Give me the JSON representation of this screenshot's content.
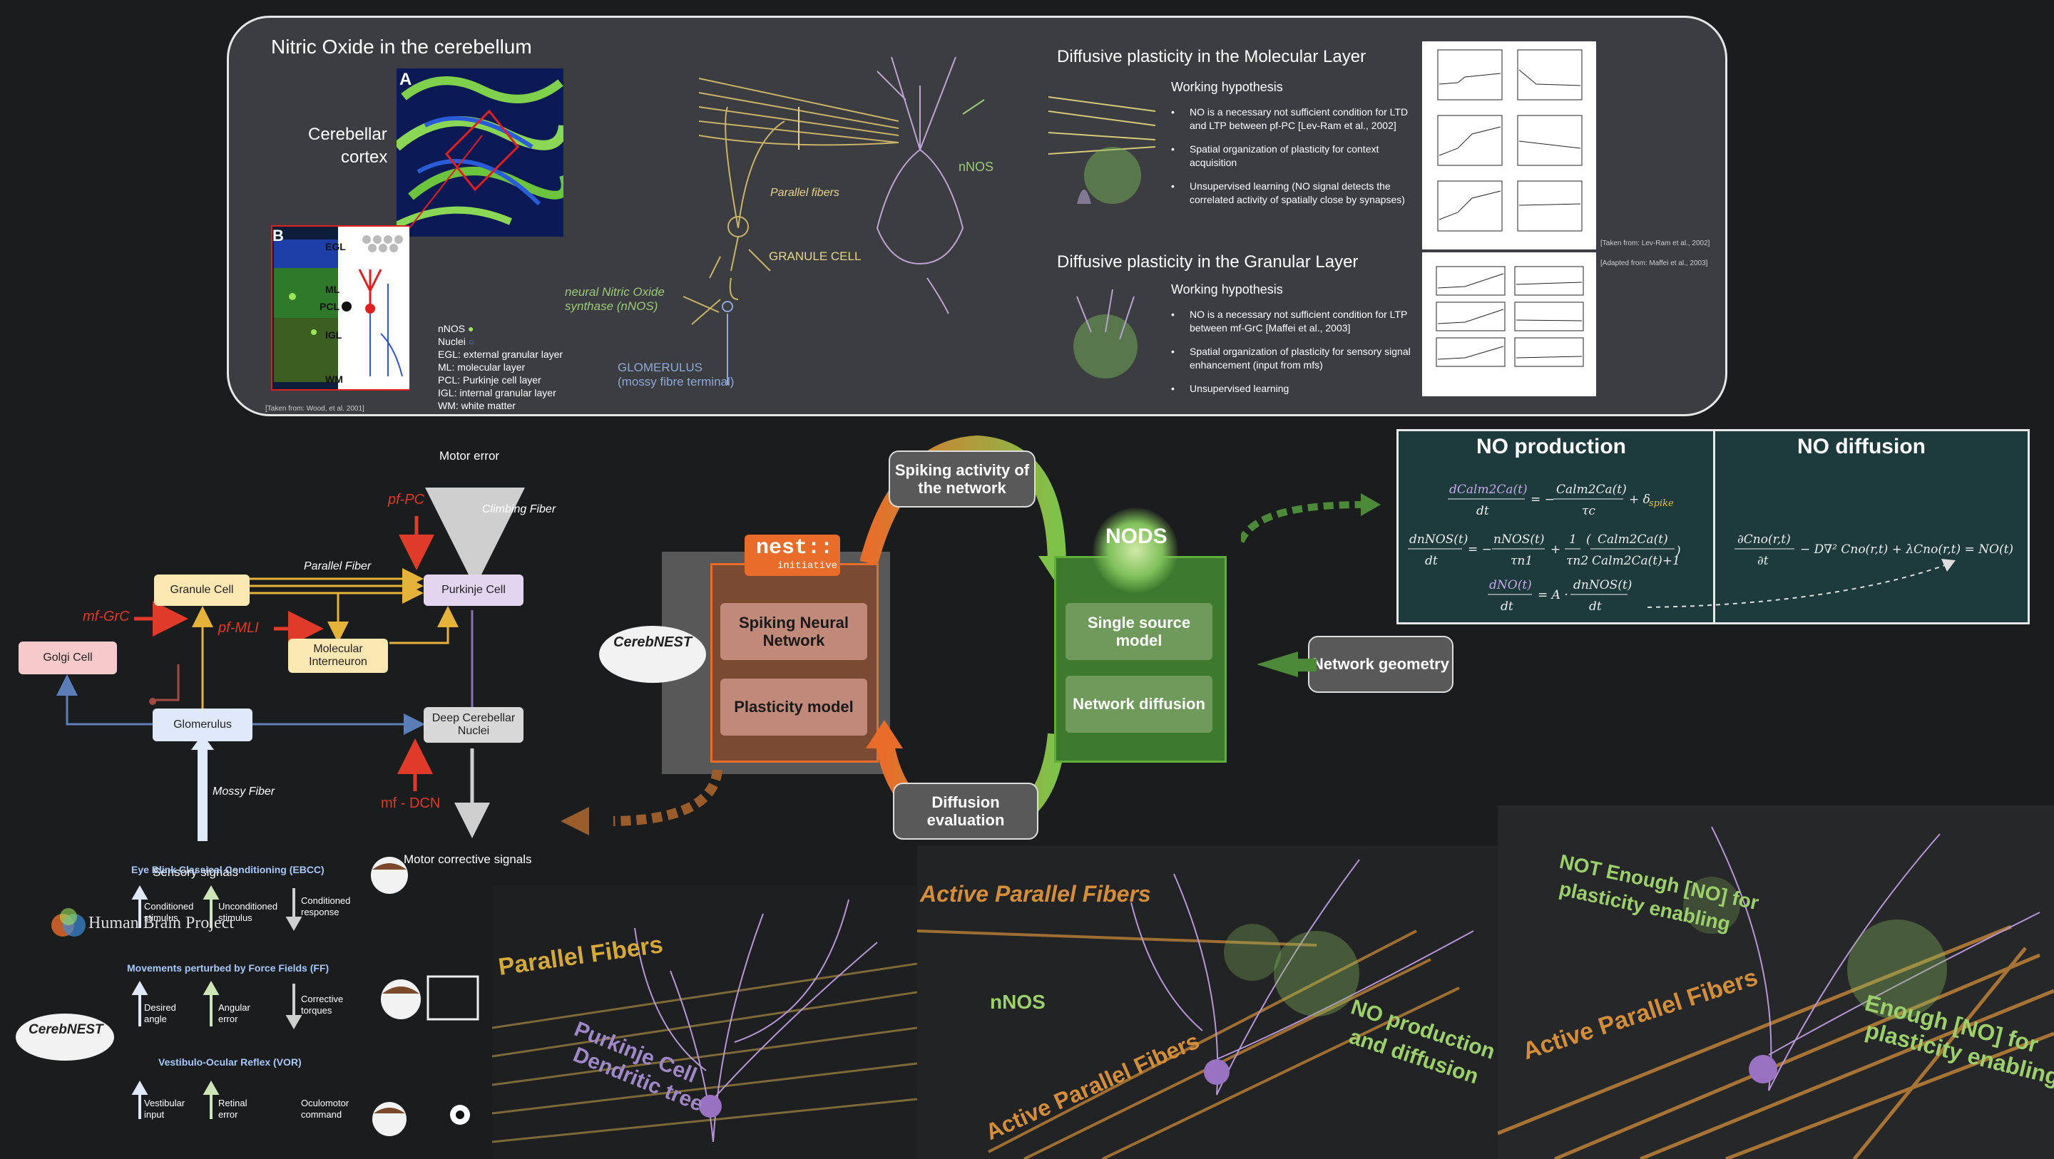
{
  "top_panel": {
    "title_left": "Nitric Oxide in the cerebellum",
    "cortex_label_1": "Cerebellar",
    "cortex_label_2": "cortex",
    "panel_a": "A",
    "panel_b": "B",
    "layers": [
      "EGL",
      "ML",
      "PCL",
      "IGL",
      "WM"
    ],
    "legend": [
      "nNOS",
      "Nuclei",
      "EGL: external granular layer",
      "ML: molecular layer",
      "PCL: Purkinje cell layer",
      "IGL: internal granular layer",
      "WM: white matter"
    ],
    "taken_from": "[Taken from: Wood, et al. 2001]",
    "sketch": {
      "parallel_fibers": "Parallel fibers",
      "nnos": "nNOS",
      "granule_cell": "GRANULE CELL",
      "synthase_1": "neural Nitric Oxide",
      "synthase_2": "synthase (nNOS)",
      "glomerulus_1": "GLOMERULUS",
      "glomerulus_2": "(mossy fibre terminal)"
    },
    "molecular": {
      "title": "Diffusive plasticity in the Molecular Layer",
      "hypothesis": "Working hypothesis",
      "bullets": [
        "NO is a necessary not sufficient condition for LTD and LTP between pf-PC [Lev-Ram et al., 2002]",
        "Spatial organization of plasticity for context acquisition",
        "Unsupervised learning (NO signal detects the correlated activity of spatially close by synapses)"
      ],
      "citation": "[Taken from: Lev-Ram et al., 2002]"
    },
    "granular": {
      "title": "Diffusive plasticity in the Granular Layer",
      "hypothesis": "Working hypothesis",
      "bullets": [
        "NO is a necessary not sufficient condition for LTP between mf-GrC [Maffei et al., 2003]",
        "Spatial organization of plasticity for sensory signal enhancement (input from mfs)",
        "Unsupervised learning"
      ],
      "citation": "[Adapted from: Maffei et al., 2003]"
    }
  },
  "circuit": {
    "motor_error": "Motor error",
    "climbing_fiber": "Climbing Fiber",
    "pf_pc": "pf-PC",
    "parallel_fiber": "Parallel Fiber",
    "granule_cell": "Granule Cell",
    "purkinje_cell": "Purkinje Cell",
    "mf_grc": "mf-GrC",
    "pf_mli": "pf-MLI",
    "molecular_interneuron": "Molecular Interneuron",
    "golgi_cell": "Golgi Cell",
    "glomerulus": "Glomerulus",
    "deep_cerebellar_nuclei": "Deep Cerebellar Nuclei",
    "mossy_fiber": "Mossy Fiber",
    "mf_dcn": "mf - DCN",
    "sensory_signals": "Sensory signals",
    "motor_corrective": "Motor corrective signals"
  },
  "tasks": {
    "ebcc_title": "Eye Blink Classical Conditioning (EBCC)",
    "ebcc": [
      "Conditioned stimulus",
      "Unconditioned stimulus",
      "Conditioned response"
    ],
    "ff_title": "Movements perturbed by Force Fields (FF)",
    "ff": [
      "Desired angle",
      "Angular error",
      "Corrective torques"
    ],
    "vor_title": "Vestibulo-Ocular Reflex (VOR)",
    "vor": [
      "Vestibular input",
      "Retinal error",
      "Oculomotor command"
    ],
    "hbp_logo": "Human Brain Project",
    "cerebnest": "CerebNEST"
  },
  "loop": {
    "nest_1": "nest::",
    "nest_2": "initiative",
    "cerebnest": "CerebNEST",
    "spiking_neural_network": "Spiking Neural Network",
    "plasticity_model": "Plasticity model",
    "spiking_activity": "Spiking activity of the network",
    "nods": "NODS",
    "single_source": "Single source model",
    "network_diffusion": "Network diffusion",
    "diffusion_evaluation": "Diffusion evaluation",
    "network_geometry": "Network geometry"
  },
  "equations": {
    "production_title": "NO production",
    "diffusion_title": "NO diffusion"
  },
  "renders": {
    "r1": [
      "Parallel Fibers",
      "Purkinje Cell",
      "Dendritic tree"
    ],
    "r2": [
      "Active Parallel Fibers",
      "nNOS",
      "Active Parallel Fibers",
      "NO production",
      "and diffusion"
    ],
    "r3": [
      "NOT Enough [NO] for",
      "plasticity enabling",
      "Active Parallel Fibers",
      "Enough [NO] for",
      "plasticity enabling"
    ]
  },
  "colors": {
    "granule": "#fbe7b1",
    "purkinje": "#e3d5ef",
    "golgi": "#f6c9ca",
    "glomerulus": "#dfe9fb",
    "dcn": "#d8d8d8",
    "red": "#e03a2a",
    "nods_green": "#4c8a3a",
    "nest_orange": "#e86d2a"
  }
}
